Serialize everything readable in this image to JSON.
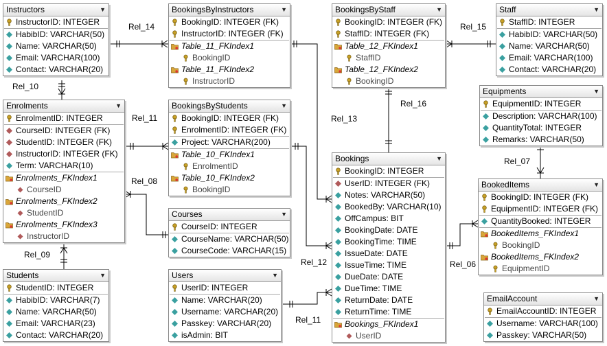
{
  "entities": [
    {
      "id": "instructors",
      "title": "Instructors",
      "rows": [
        {
          "t": "InstructorID: INTEGER",
          "k": "pk"
        },
        {
          "t": "HabibID: VARCHAR(50)",
          "k": "col"
        },
        {
          "t": "Name: VARCHAR(50)",
          "k": "col"
        },
        {
          "t": "Email: VARCHAR(100)",
          "k": "col"
        },
        {
          "t": "Contact: VARCHAR(20)",
          "k": "col"
        }
      ]
    },
    {
      "id": "bookings-by-instructors",
      "title": "BookingsByInstructors",
      "rows": [
        {
          "t": "BookingID: INTEGER (FK)",
          "k": "pk"
        },
        {
          "t": "InstructorID: INTEGER (FK)",
          "k": "pk"
        },
        {
          "t": "Table_11_FKIndex1",
          "k": "idx"
        },
        {
          "t": "BookingID",
          "k": "idxcol"
        },
        {
          "t": "Table_11_FKIndex2",
          "k": "idx"
        },
        {
          "t": "InstructorID",
          "k": "idxcol"
        }
      ]
    },
    {
      "id": "bookings-by-staff",
      "title": "BookingsByStaff",
      "rows": [
        {
          "t": "BookingID: INTEGER (FK)",
          "k": "pk"
        },
        {
          "t": "StaffID: INTEGER (FK)",
          "k": "pk"
        },
        {
          "t": "Table_12_FKIndex1",
          "k": "idx"
        },
        {
          "t": "StaffID",
          "k": "idxcol"
        },
        {
          "t": "Table_12_FKIndex2",
          "k": "idx"
        },
        {
          "t": "BookingID",
          "k": "idxcol"
        }
      ]
    },
    {
      "id": "staff",
      "title": "Staff",
      "rows": [
        {
          "t": "StaffID: INTEGER",
          "k": "pk"
        },
        {
          "t": "HabibID: VARCHAR(50)",
          "k": "col"
        },
        {
          "t": "Name: VARCHAR(50)",
          "k": "col"
        },
        {
          "t": "Email: VARCHAR(100)",
          "k": "col"
        },
        {
          "t": "Contact: VARCHAR(20)",
          "k": "col"
        }
      ]
    },
    {
      "id": "equipments",
      "title": "Equipments",
      "rows": [
        {
          "t": "EquipmentID: INTEGER",
          "k": "pk"
        },
        {
          "t": "Description: VARCHAR(100)",
          "k": "col"
        },
        {
          "t": "QuantityTotal: INTEGER",
          "k": "col"
        },
        {
          "t": "Remarks: VARCHAR(50)",
          "k": "col"
        }
      ]
    },
    {
      "id": "enrolments",
      "title": "Enrolments",
      "rows": [
        {
          "t": "EnrolmentID: INTEGER",
          "k": "pk"
        },
        {
          "t": "CourseID: INTEGER (FK)",
          "k": "fk"
        },
        {
          "t": "StudentID: INTEGER (FK)",
          "k": "fk"
        },
        {
          "t": "InstructorID: INTEGER (FK)",
          "k": "fk"
        },
        {
          "t": "Term: VARCHAR(10)",
          "k": "col"
        },
        {
          "t": "Enrolments_FKIndex1",
          "k": "idx"
        },
        {
          "t": "CourseID",
          "k": "idxcol"
        },
        {
          "t": "Enrolments_FKIndex2",
          "k": "idx"
        },
        {
          "t": "StudentID",
          "k": "idxcol"
        },
        {
          "t": "Enrolments_FKIndex3",
          "k": "idx"
        },
        {
          "t": "InstructorID",
          "k": "idxcol"
        }
      ]
    },
    {
      "id": "bookings-by-students",
      "title": "BookingsByStudents",
      "rows": [
        {
          "t": "BookingID: INTEGER (FK)",
          "k": "pk"
        },
        {
          "t": "EnrolmentID: INTEGER (FK)",
          "k": "pk"
        },
        {
          "t": "Project: VARCHAR(200)",
          "k": "col"
        },
        {
          "t": "Table_10_FKIndex1",
          "k": "idx"
        },
        {
          "t": "EnrolmentID",
          "k": "idxcol"
        },
        {
          "t": "Table_10_FKIndex2",
          "k": "idx"
        },
        {
          "t": "BookingID",
          "k": "idxcol"
        }
      ]
    },
    {
      "id": "bookings",
      "title": "Bookings",
      "rows": [
        {
          "t": "BookingID: INTEGER",
          "k": "pk"
        },
        {
          "t": "UserID: INTEGER (FK)",
          "k": "fk"
        },
        {
          "t": "Notes: VARCHAR(50)",
          "k": "col"
        },
        {
          "t": "BookedBy: VARCHAR(10)",
          "k": "col"
        },
        {
          "t": "OffCampus: BIT",
          "k": "col"
        },
        {
          "t": "BookingDate: DATE",
          "k": "col"
        },
        {
          "t": "BookingTime: TIME",
          "k": "col"
        },
        {
          "t": "IssueDate: DATE",
          "k": "col"
        },
        {
          "t": "IssueTime: TIME",
          "k": "col"
        },
        {
          "t": "DueDate: DATE",
          "k": "col"
        },
        {
          "t": "DueTime: TIME",
          "k": "col"
        },
        {
          "t": "ReturnDate: DATE",
          "k": "col"
        },
        {
          "t": "ReturnTime: TIME",
          "k": "col"
        },
        {
          "t": "Bookings_FKIndex1",
          "k": "idx"
        },
        {
          "t": "UserID",
          "k": "idxcol"
        }
      ]
    },
    {
      "id": "booked-items",
      "title": "BookedItems",
      "rows": [
        {
          "t": "BookingID: INTEGER (FK)",
          "k": "pk"
        },
        {
          "t": "EquipmentID: INTEGER (FK)",
          "k": "pk"
        },
        {
          "t": "QuantityBooked: INTEGER",
          "k": "col"
        },
        {
          "t": "BookedItems_FKIndex1",
          "k": "idx"
        },
        {
          "t": "BookingID",
          "k": "idxcol"
        },
        {
          "t": "BookedItems_FKIndex2",
          "k": "idx"
        },
        {
          "t": "EquipmentID",
          "k": "idxcol"
        }
      ]
    },
    {
      "id": "courses",
      "title": "Courses",
      "rows": [
        {
          "t": "CourseID: INTEGER",
          "k": "pk"
        },
        {
          "t": "CourseName: VARCHAR(50)",
          "k": "col"
        },
        {
          "t": "CourseCode: VARCHAR(15)",
          "k": "col"
        }
      ]
    },
    {
      "id": "students",
      "title": "Students",
      "rows": [
        {
          "t": "StudentID: INTEGER",
          "k": "pk"
        },
        {
          "t": "HabibID: VARCHAR(7)",
          "k": "col"
        },
        {
          "t": "Name: VARCHAR(50)",
          "k": "col"
        },
        {
          "t": "Email: VARCHAR(23)",
          "k": "col"
        },
        {
          "t": "Contact: VARCHAR(20)",
          "k": "col"
        }
      ]
    },
    {
      "id": "users",
      "title": "Users",
      "rows": [
        {
          "t": "UserID: INTEGER",
          "k": "pk"
        },
        {
          "t": "Name: VARCHAR(20)",
          "k": "col"
        },
        {
          "t": "Username: VARCHAR(20)",
          "k": "col"
        },
        {
          "t": "Passkey: VARCHAR(20)",
          "k": "col"
        },
        {
          "t": "isAdmin: BIT",
          "k": "col"
        }
      ]
    },
    {
      "id": "email-account",
      "title": "EmailAccount",
      "rows": [
        {
          "t": "EmailAccountID: INTEGER",
          "k": "pk"
        },
        {
          "t": "Username: VARCHAR(100)",
          "k": "col"
        },
        {
          "t": "Passkey: VARCHAR(50)",
          "k": "col"
        }
      ]
    }
  ],
  "relations": [
    {
      "id": "rel-14",
      "label": "Rel_14"
    },
    {
      "id": "rel-15",
      "label": "Rel_15"
    },
    {
      "id": "rel-10",
      "label": "Rel_10"
    },
    {
      "id": "rel-11a",
      "label": "Rel_11"
    },
    {
      "id": "rel-13",
      "label": "Rel_13"
    },
    {
      "id": "rel-16",
      "label": "Rel_16"
    },
    {
      "id": "rel-07",
      "label": "Rel_07"
    },
    {
      "id": "rel-08",
      "label": "Rel_08"
    },
    {
      "id": "rel-09",
      "label": "Rel_09"
    },
    {
      "id": "rel-12",
      "label": "Rel_12"
    },
    {
      "id": "rel-06",
      "label": "Rel_06"
    },
    {
      "id": "rel-11b",
      "label": "Rel_11"
    }
  ],
  "colors": {
    "pk": "#c9a227",
    "fk": "#b05a5a",
    "col": "#3aa0a0",
    "idx": "#d9a63a",
    "line": "#000000"
  }
}
